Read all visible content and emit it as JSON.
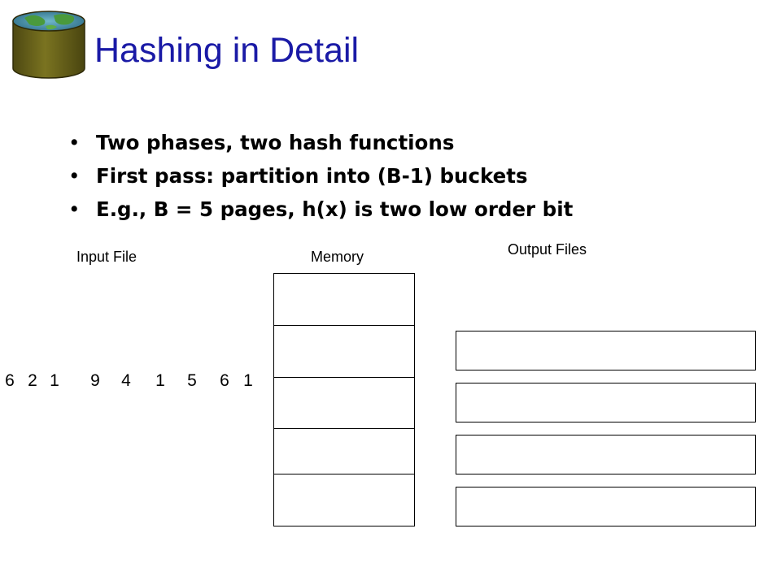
{
  "slide": {
    "title": "Hashing in Detail",
    "bullets": [
      "Two phases, two hash functions",
      "First pass: partition into (B-1) buckets",
      "E.g., B = 5 pages, h(x) is two low order bit"
    ],
    "bullet_glyph": "•"
  },
  "diagram": {
    "input_file_label": "Input File",
    "memory_label": "Memory",
    "output_files_label": "Output Files",
    "input_values": [
      "6",
      "2",
      "1",
      "9",
      "4",
      "1",
      "5",
      "6",
      "1"
    ],
    "memory_page_count": 5,
    "output_file_count": 4
  },
  "colors": {
    "title": "#1a1aa6",
    "logo_top": "#3d8a3a",
    "logo_body": "#6b6418"
  },
  "icons": {
    "logo": "database-cylinder-icon"
  }
}
